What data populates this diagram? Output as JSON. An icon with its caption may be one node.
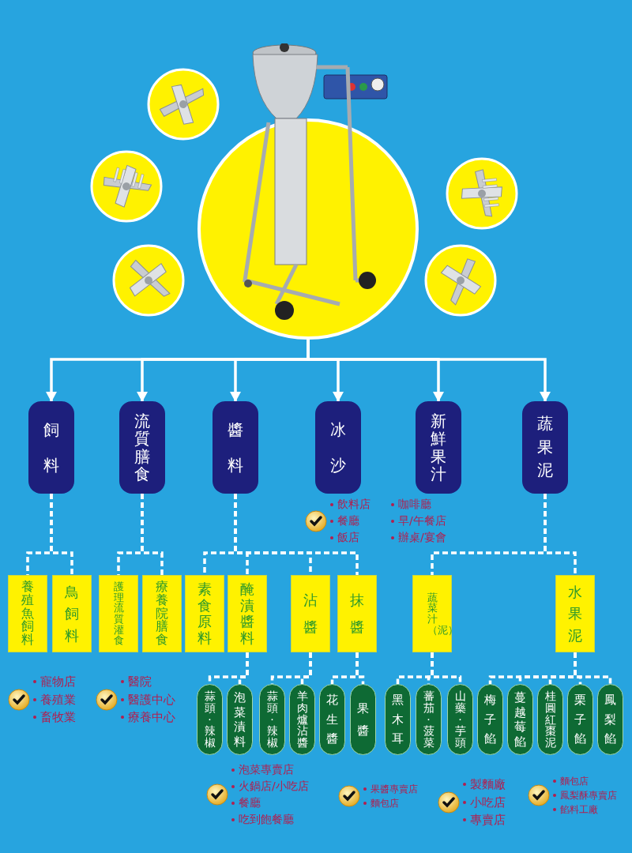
{
  "diagram": {
    "nodes": [
      {
        "text": [],
        "shape": "picture"
      },
      {
        "text": [
          "飼料"
        ]
      },
      {
        "text": [
          "流質膳食"
        ]
      },
      {
        "text": [
          "醬料"
        ]
      },
      {
        "text": [
          "冰沙"
        ]
      },
      {
        "text": [
          "新鮮果汁"
        ]
      },
      {
        "text": [
          "蔬果泥"
        ]
      },
      {
        "text": [
          "養殖魚飼料"
        ]
      },
      {
        "text": [
          "鳥飼料"
        ]
      },
      {
        "text": [
          "護理流質灌食"
        ]
      },
      {
        "text": [
          "療養院膳食"
        ]
      },
      {
        "text": [
          "素食原料"
        ]
      },
      {
        "text": [
          "醃漬醬料"
        ]
      },
      {
        "text": [
          "沾醬"
        ]
      },
      {
        "text": [
          "抹醬"
        ]
      },
      {
        "text": [
          "蔬菜汁（泥）"
        ]
      },
      {
        "text": [
          "水果泥"
        ]
      },
      {
        "text": [
          "蒜頭·辣椒"
        ]
      },
      {
        "text": [
          "泡菜漬料"
        ]
      },
      {
        "text": [
          "蒜頭·辣椒"
        ]
      },
      {
        "text": [
          "羊肉爐沾醬"
        ]
      },
      {
        "text": [
          "花生醬"
        ]
      },
      {
        "text": [
          "果醬"
        ]
      },
      {
        "text": [
          "黑木耳"
        ]
      },
      {
        "text": [
          "蕃茄·菠菜"
        ]
      },
      {
        "text": [
          "山藥·芋頭"
        ]
      },
      {
        "text": [
          "梅子餡"
        ]
      },
      {
        "text": [
          "蔓越莓餡"
        ]
      },
      {
        "text": [
          "桂圓紅棗泥"
        ]
      },
      {
        "text": [
          "栗子餡"
        ]
      },
      {
        "text": [
          "鳳梨餡"
        ]
      }
    ],
    "edges": [
      {
        "from": 0,
        "to": 1,
        "arrow": "to"
      },
      {
        "from": 0,
        "to": 2,
        "arrow": "to"
      },
      {
        "from": 0,
        "to": 3,
        "arrow": "to"
      },
      {
        "from": 0,
        "to": 4,
        "arrow": "to"
      },
      {
        "from": 0,
        "to": 5,
        "arrow": "to"
      },
      {
        "from": 0,
        "to": 6,
        "arrow": "to"
      },
      {
        "from": 1,
        "to": 7,
        "arrow": "none",
        "style": "dashed"
      },
      {
        "from": 1,
        "to": 8,
        "arrow": "none",
        "style": "dashed"
      },
      {
        "from": 2,
        "to": 9,
        "arrow": "none",
        "style": "dashed"
      },
      {
        "from": 2,
        "to": 10,
        "arrow": "none",
        "style": "dashed"
      },
      {
        "from": 3,
        "to": 11,
        "arrow": "none",
        "style": "dashed"
      },
      {
        "from": 3,
        "to": 12,
        "arrow": "none",
        "style": "dashed"
      },
      {
        "from": 3,
        "to": 13,
        "arrow": "none",
        "style": "dashed"
      },
      {
        "from": 3,
        "to": 14,
        "arrow": "none",
        "style": "dashed"
      },
      {
        "from": 6,
        "to": 15,
        "arrow": "none",
        "style": "dashed"
      },
      {
        "from": 6,
        "to": 16,
        "arrow": "none",
        "style": "dashed"
      },
      {
        "from": 12,
        "to": 17,
        "arrow": "none",
        "style": "dashed"
      },
      {
        "from": 12,
        "to": 18,
        "arrow": "none",
        "style": "dashed"
      },
      {
        "from": 13,
        "to": 19,
        "arrow": "none",
        "style": "dashed"
      },
      {
        "from": 13,
        "to": 20,
        "arrow": "none",
        "style": "dashed"
      },
      {
        "from": 14,
        "to": 21,
        "arrow": "none",
        "style": "dashed"
      },
      {
        "from": 14,
        "to": 22,
        "arrow": "none",
        "style": "dashed"
      },
      {
        "from": 15,
        "to": 23,
        "arrow": "none",
        "style": "dashed"
      },
      {
        "from": 15,
        "to": 24,
        "arrow": "none",
        "style": "dashed"
      },
      {
        "from": 15,
        "to": 25,
        "arrow": "none",
        "style": "dashed"
      },
      {
        "from": 16,
        "to": 26,
        "arrow": "none",
        "style": "dashed"
      },
      {
        "from": 16,
        "to": 27,
        "arrow": "none",
        "style": "dashed"
      },
      {
        "from": 16,
        "to": 28,
        "arrow": "none",
        "style": "dashed"
      },
      {
        "from": 16,
        "to": 29,
        "arrow": "none",
        "style": "dashed"
      },
      {
        "from": 16,
        "to": 30,
        "arrow": "none",
        "style": "dashed"
      }
    ],
    "labels": [
      "飲料店",
      "餐廳",
      "飯店",
      "咖啡廳",
      "早/午餐店",
      "辦桌/宴會",
      "寵物店",
      "養殖業",
      "畜牧業",
      "醫院",
      "醫護中心",
      "療養中心",
      "泡菜專賣店",
      "火鍋店/小吃店",
      "餐廳",
      "吃到飽餐廳",
      "果醬專賣店",
      "麵包店",
      "製麵廠",
      "小吃店",
      "專賣店",
      "麵包店",
      "鳳梨酥專賣店",
      "餡料工廠"
    ]
  }
}
